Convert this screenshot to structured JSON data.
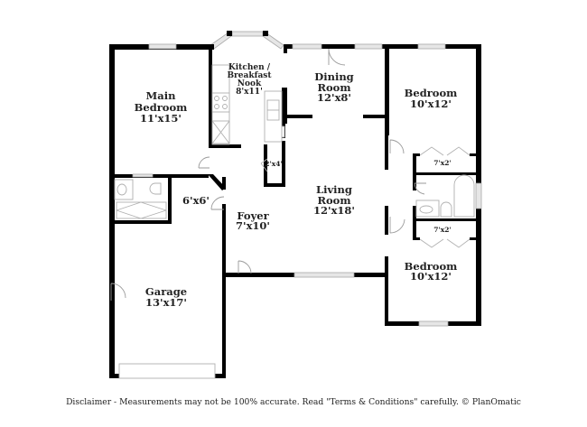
{
  "floorplan": {
    "rooms": [
      {
        "id": "main-bedroom",
        "name_lines": [
          "Main",
          "Bedroom"
        ],
        "size": "11'x15'"
      },
      {
        "id": "kitchen",
        "name_lines": [
          "Kitchen /",
          "Breakfast",
          "Nook"
        ],
        "size": "8'x11'"
      },
      {
        "id": "dining-room",
        "name_lines": [
          "Dining",
          "Room"
        ],
        "size": "12'x8'"
      },
      {
        "id": "bedroom-upper",
        "name_lines": [
          "Bedroom"
        ],
        "size": "10'x12'"
      },
      {
        "id": "pantry",
        "name_lines": [],
        "size": "2'x4'"
      },
      {
        "id": "closet-upper",
        "name_lines": [],
        "size": "7'x2'"
      },
      {
        "id": "main-bath",
        "name_lines": [],
        "size": "6'x6'"
      },
      {
        "id": "living-room",
        "name_lines": [
          "Living",
          "Room"
        ],
        "size": "12'x18'"
      },
      {
        "id": "foyer",
        "name_lines": [
          "Foyer"
        ],
        "size": "7'x10'"
      },
      {
        "id": "closet-lower",
        "name_lines": [],
        "size": "7'x2'"
      },
      {
        "id": "bedroom-lower",
        "name_lines": [
          "Bedroom"
        ],
        "size": "10'x12'"
      },
      {
        "id": "garage",
        "name_lines": [
          "Garage"
        ],
        "size": "13'x17'"
      }
    ],
    "colors": {
      "wall": "#000000",
      "window": "#e6e6e6",
      "fixture_line": "#b0b0b0",
      "background": "#ffffff"
    }
  },
  "footer": {
    "disclaimer": "Disclaimer - Measurements may not be 100% accurate. Read \"Terms & Conditions\" carefully. © PlanOmatic"
  }
}
